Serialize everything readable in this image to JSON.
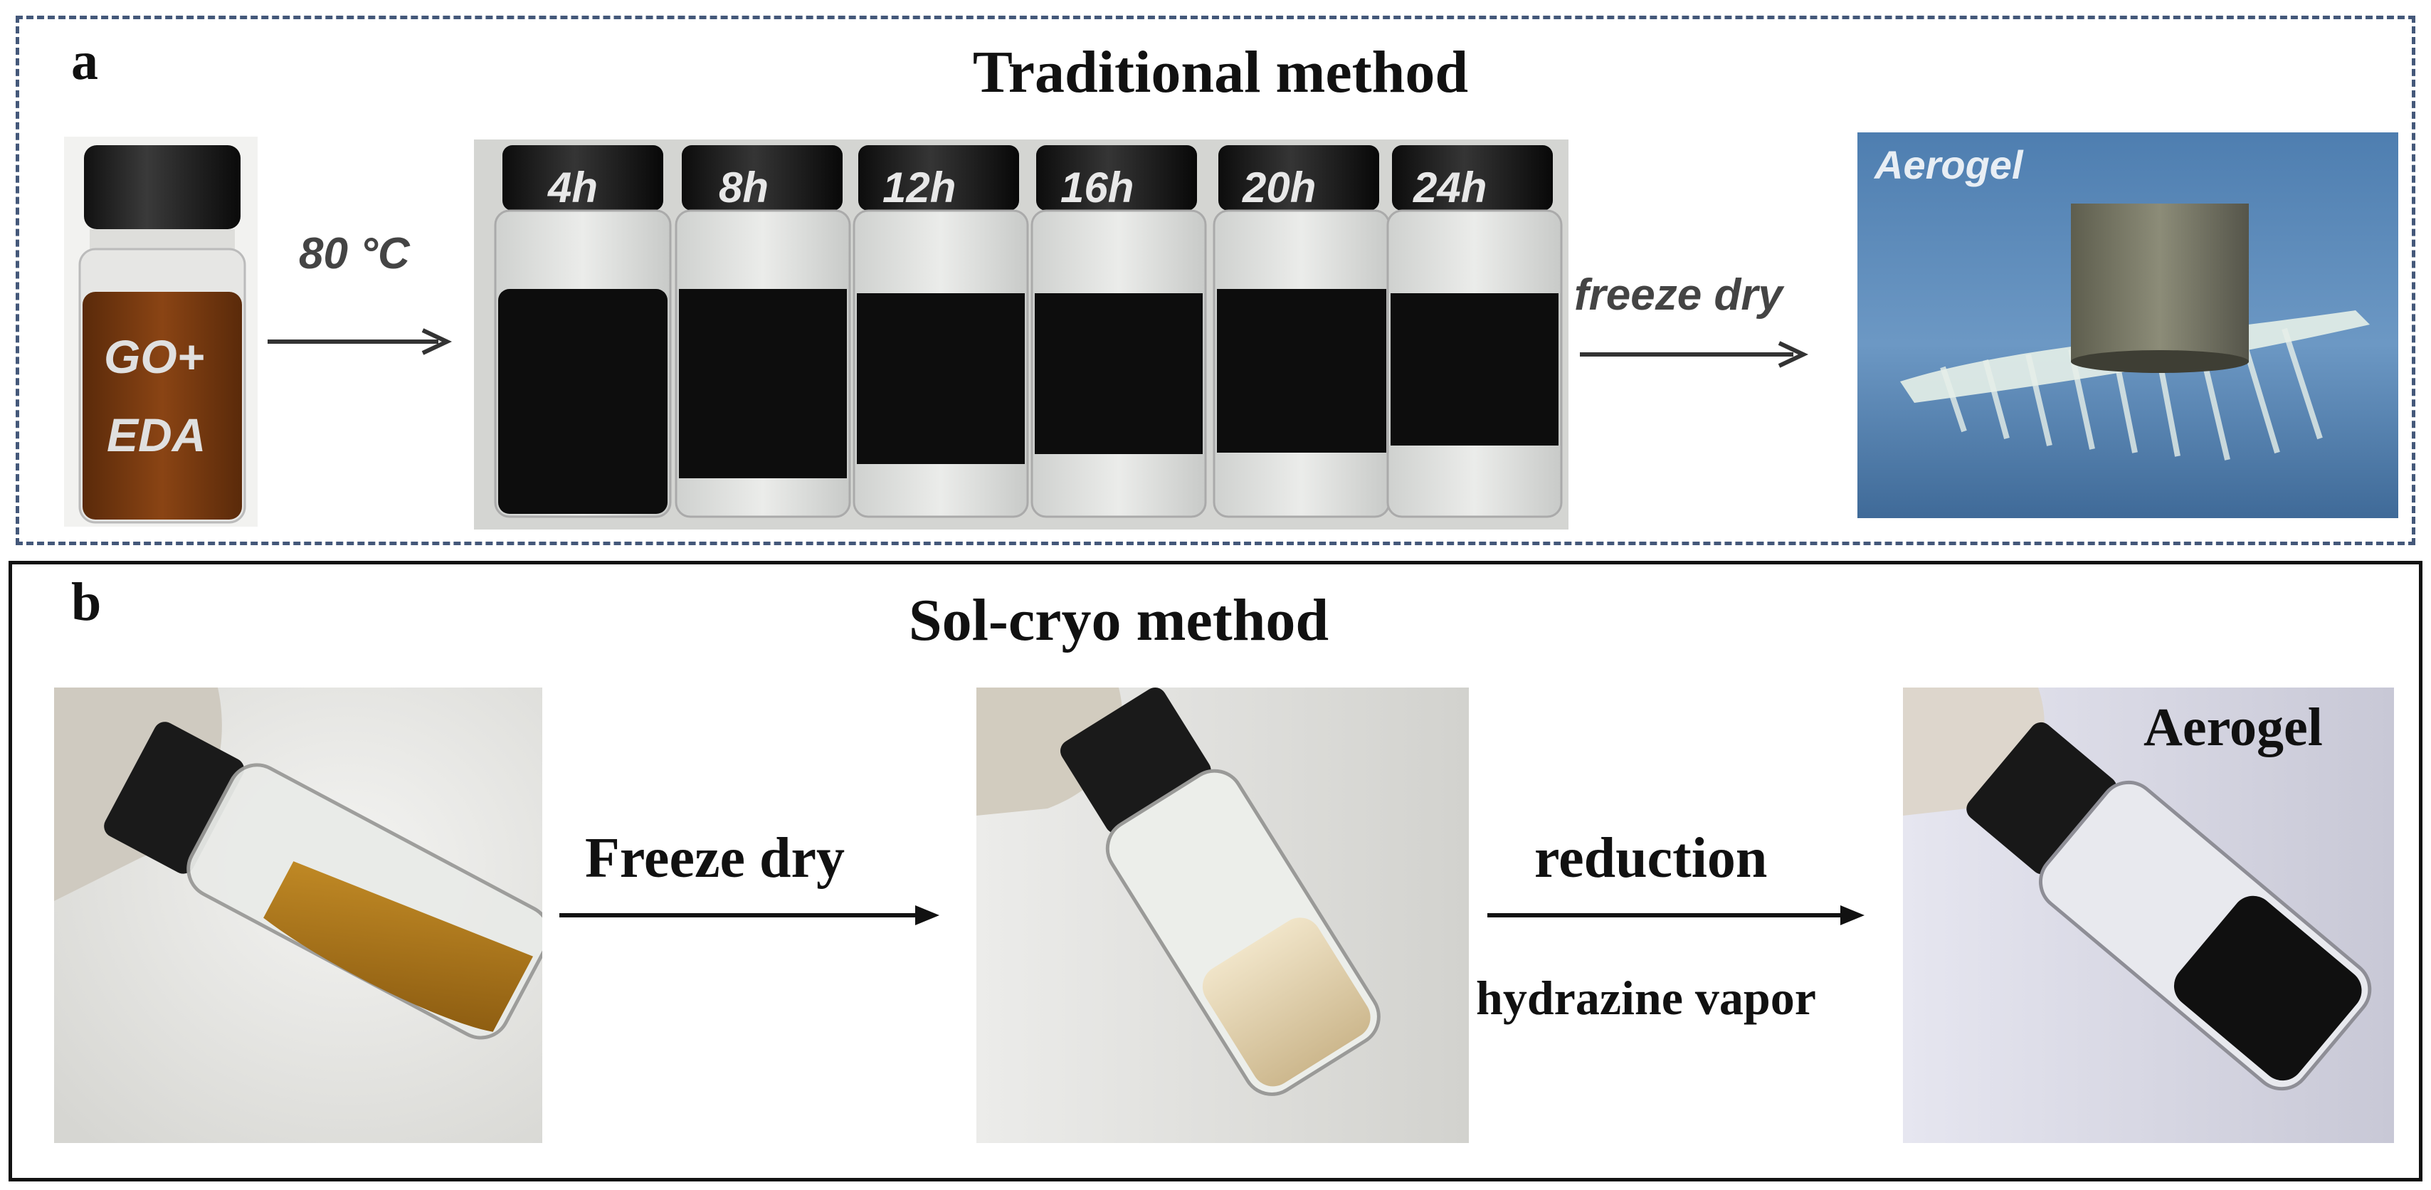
{
  "panel_a": {
    "label": "a",
    "title": "Traditional method",
    "vial_text_line1": "GO+",
    "vial_text_line2": "EDA",
    "arrow1_label": "80 °C",
    "time_labels": [
      "4h",
      "8h",
      "12h",
      "16h",
      "20h",
      "24h"
    ],
    "arrow2_label": "freeze dry",
    "photo_label": "Aerogel"
  },
  "panel_b": {
    "label": "b",
    "title": "Sol-cryo method",
    "arrow1_label": "Freeze dry",
    "arrow2_label_top": "reduction",
    "arrow2_label_bottom": "hydrazine vapor",
    "photo_label": "Aerogel"
  },
  "colors": {
    "dashed_border": "#44587a",
    "go_solution": "#7a3a10",
    "gel_black": "#0d0d0d",
    "sky_blue": "#5a88b8",
    "amber_liquid": "#b07818",
    "cream_foam": "#e2d2b0"
  }
}
